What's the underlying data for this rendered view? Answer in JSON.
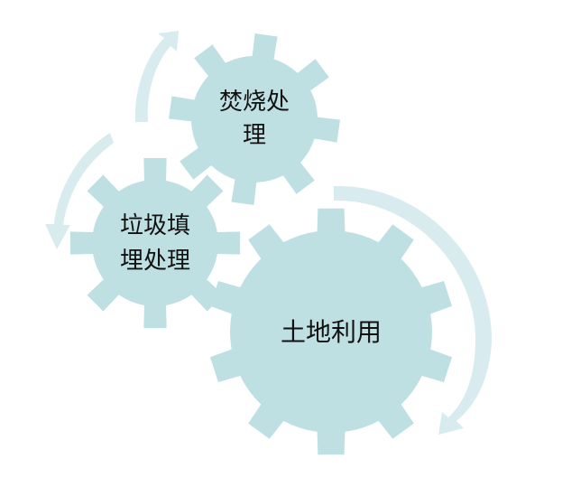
{
  "diagram": {
    "gears": [
      {
        "id": "incineration",
        "lines": [
          "焚烧处",
          "理"
        ]
      },
      {
        "id": "landfill",
        "lines": [
          "垃圾填",
          "埋处理"
        ]
      },
      {
        "id": "land-use",
        "lines": [
          "土地利用"
        ]
      }
    ],
    "colors": {
      "gear_fill": "#bfe0e3",
      "arrow_fill": "#d8ecef",
      "text": "#111111"
    }
  }
}
